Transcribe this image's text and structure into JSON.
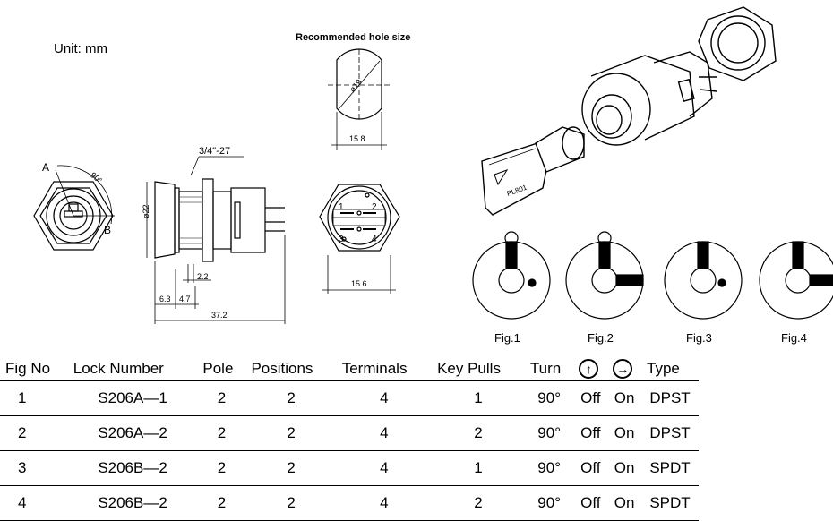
{
  "labels": {
    "unit": "Unit:  mm",
    "recommended": "Recommended hole size",
    "thread": "3/4\"-27",
    "pos_a": "A",
    "pos_b": "B",
    "angle": "90°",
    "dim_hole_dia": "ø19",
    "dim_hole_width": "15.8",
    "dim_body_dia": "ø22",
    "dim_22": "2.2",
    "dim_63": "6.3",
    "dim_47": "4.7",
    "dim_372": "37.2",
    "dim_156": "15.6",
    "term_1": "1",
    "term_2": "2",
    "term_3": "3",
    "term_4": "4",
    "key_text": "PL801"
  },
  "figures": [
    "Fig.1",
    "Fig.2",
    "Fig.3",
    "Fig.4"
  ],
  "table": {
    "headers": [
      "Fig No",
      "Lock Number",
      "Pole",
      "Positions",
      "Terminals",
      "Key Pulls",
      "Turn",
      "up-arrow-icon",
      "right-arrow-icon",
      "Type"
    ],
    "rows": [
      [
        "1",
        "S206A—1",
        "2",
        "2",
        "4",
        "1",
        "90°",
        "Off",
        "On",
        "DPST"
      ],
      [
        "2",
        "S206A—2",
        "2",
        "2",
        "4",
        "2",
        "90°",
        "Off",
        "On",
        "DPST"
      ],
      [
        "3",
        "S206B—2",
        "2",
        "2",
        "4",
        "1",
        "90°",
        "Off",
        "On",
        "SPDT"
      ],
      [
        "4",
        "S206B—2",
        "2",
        "2",
        "4",
        "2",
        "90°",
        "Off",
        "On",
        "SPDT"
      ]
    ]
  }
}
